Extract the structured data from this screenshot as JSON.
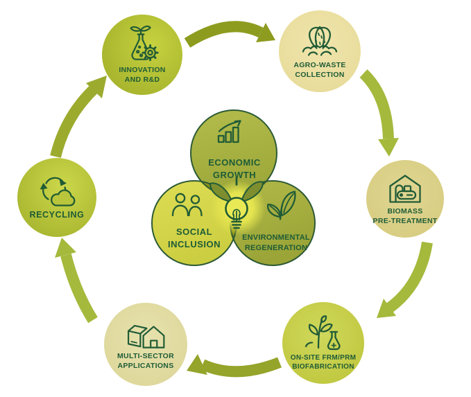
{
  "diagram": {
    "outer_cycle": [
      {
        "label": "INNOVATION\nAND R&D",
        "icon": "flask-gear-sprout-icon"
      },
      {
        "label": "AGRO-WASTE\nCOLLECTION",
        "icon": "organic-waste-icon"
      },
      {
        "label": "BIOMASS\nPRE-TREATMENT",
        "icon": "processing-facility-icon"
      },
      {
        "label": "ON-SITE FRM/PRM\nBIOFABRICATION",
        "icon": "plant-flask-icon"
      },
      {
        "label": "MULTI-SECTOR\nAPPLICATIONS",
        "icon": "box-house-icon"
      },
      {
        "label": "RECYCLING",
        "icon": "recycle-cloud-icon"
      }
    ],
    "arrows": [
      {
        "from": "INNOVATION AND R&D",
        "to": "AGRO-WASTE COLLECTION"
      },
      {
        "from": "AGRO-WASTE COLLECTION",
        "to": "BIOMASS PRE-TREATMENT"
      },
      {
        "from": "BIOMASS PRE-TREATMENT",
        "to": "ON-SITE FRM/PRM BIOFABRICATION"
      },
      {
        "from": "ON-SITE FRM/PRM BIOFABRICATION",
        "to": "MULTI-SECTOR APPLICATIONS"
      },
      {
        "from": "MULTI-SECTOR APPLICATIONS",
        "to": "RECYCLING"
      },
      {
        "from": "RECYCLING",
        "to": "INNOVATION AND R&D"
      }
    ],
    "center_venn": {
      "circles": [
        {
          "label": "ECONOMIC\nGROWTH",
          "icon": "growth-chart-icon"
        },
        {
          "label": "SOCIAL\nINCLUSION",
          "icon": "people-icon"
        },
        {
          "label": "ENVIRONMENTAL\nREGENERATION",
          "icon": "leaves-icon"
        }
      ],
      "hub_icon": "lightbulb-icon"
    },
    "colors": {
      "text_dark_green": "#1e5b36",
      "outline_dark_green": "#2d5a35",
      "arrow_olive": "#8d9c1e",
      "arrow_light": "#a5b93c",
      "arrow_medium": "#95a42a",
      "node_yellow_green": "#b5c136",
      "node_cream": "#ecdfa3",
      "node_tan": "#d9cf87",
      "node_pale": "#e1dca4",
      "venn_olive": "#a9b145",
      "venn_yellow": "#d6d74d",
      "glow_yellow": "#e9e955"
    }
  }
}
